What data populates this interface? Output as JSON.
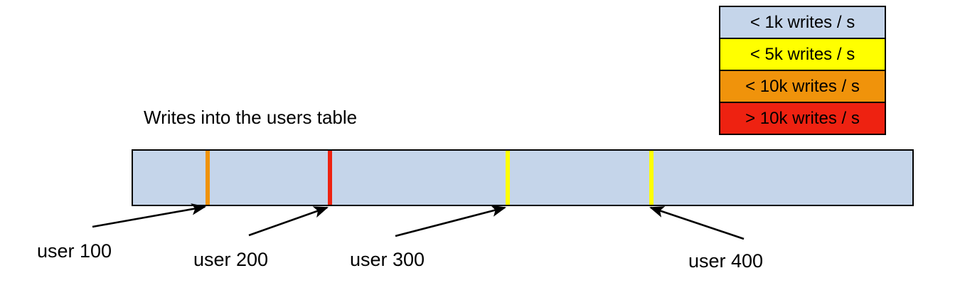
{
  "diagram": {
    "title": "Writes into the users table",
    "bar": {
      "fill_color": "#c5d5ea",
      "border_color": "#000000"
    }
  },
  "legend": {
    "rows": [
      {
        "label": "< 1k writes / s",
        "color": "#c5d5ea"
      },
      {
        "label": "< 5k writes / s",
        "color": "#ffff00"
      },
      {
        "label": "< 10k writes / s",
        "color": "#f0930b"
      },
      {
        "label": "> 10k writes / s",
        "color": "#ee2211"
      }
    ]
  },
  "markers": [
    {
      "label": "user 100",
      "color": "#f0930b",
      "tier": "< 10k writes / s"
    },
    {
      "label": "user 200",
      "color": "#ee2211",
      "tier": "> 10k writes / s"
    },
    {
      "label": "user 300",
      "color": "#ffff00",
      "tier": "< 5k writes / s"
    },
    {
      "label": "user 400",
      "color": "#ffff00",
      "tier": "< 5k writes / s"
    }
  ]
}
